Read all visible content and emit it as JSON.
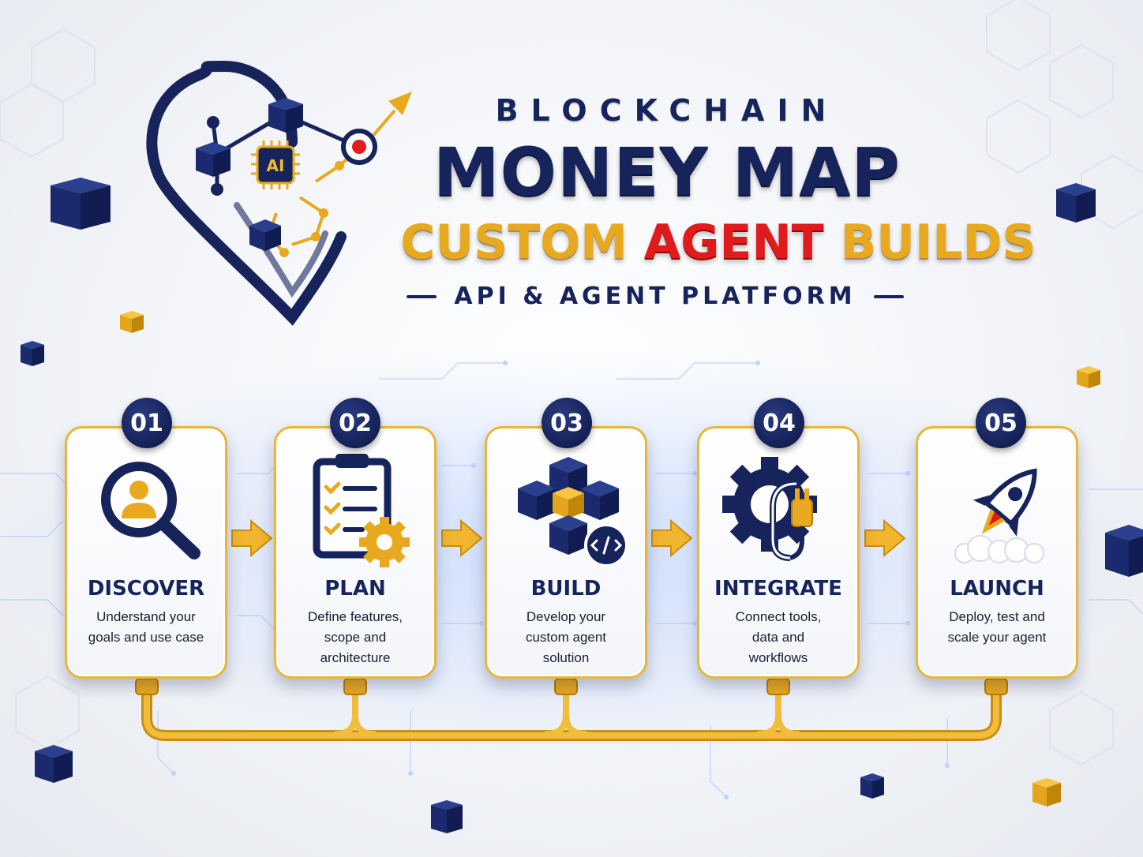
{
  "header": {
    "line1": "BLOCKCHAIN",
    "line2": "MONEY MAP",
    "line3_part1": "CUSTOM ",
    "line3_part2": "AGENT",
    "line3_part3": " BUILDS",
    "line4": "API & AGENT PLATFORM"
  },
  "logo": {
    "chip_label": "AI"
  },
  "colors": {
    "navy": "#17245c",
    "gold": "#e9a91f",
    "red": "#e11b1b"
  },
  "steps": [
    {
      "number": "01",
      "title": "DISCOVER",
      "desc": [
        "Understand your",
        "goals and use case"
      ],
      "icon": "magnifier-user-icon"
    },
    {
      "number": "02",
      "title": "PLAN",
      "desc": [
        "Define features,",
        "scope and",
        "architecture"
      ],
      "icon": "clipboard-gear-icon"
    },
    {
      "number": "03",
      "title": "BUILD",
      "desc": [
        "Develop your",
        "custom agent",
        "solution"
      ],
      "icon": "cubes-code-icon"
    },
    {
      "number": "04",
      "title": "INTEGRATE",
      "desc": [
        "Connect tools,",
        "data and",
        "workflows"
      ],
      "icon": "gear-plug-icon"
    },
    {
      "number": "05",
      "title": "LAUNCH",
      "desc": [
        "Deploy, test and",
        "scale your agent"
      ],
      "icon": "rocket-icon"
    }
  ]
}
